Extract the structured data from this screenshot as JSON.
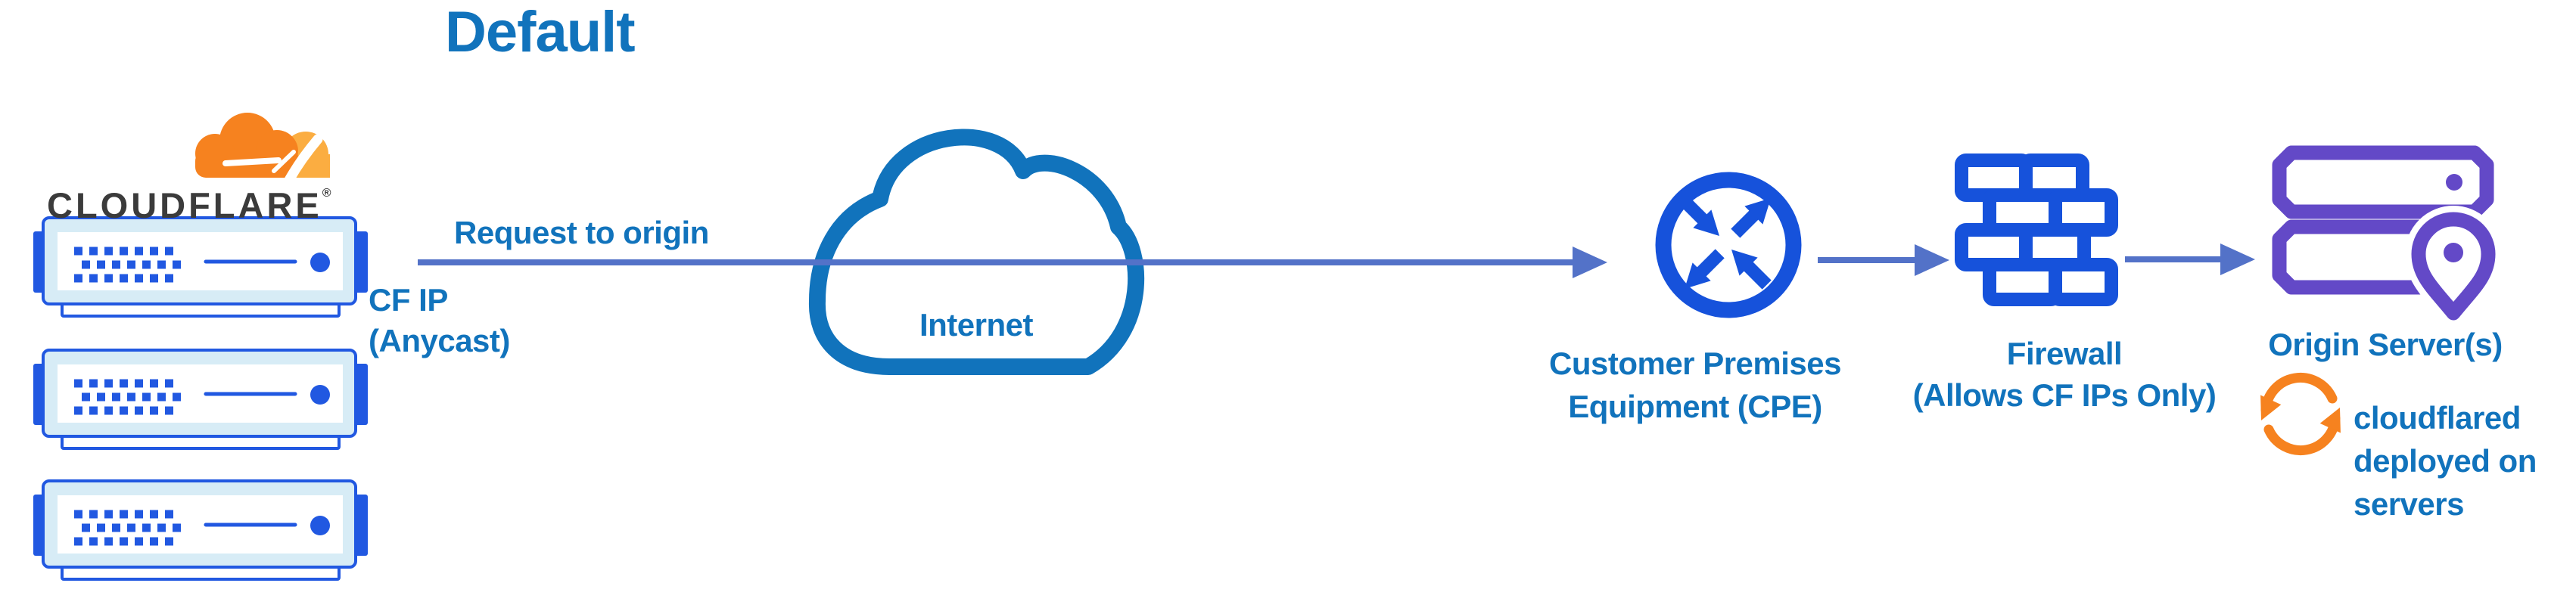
{
  "title": "Default",
  "logo": {
    "wordmark": "CLOUDFLARE",
    "registered": "®"
  },
  "annotations": {
    "request": "Request to origin",
    "cf_ip_line1": "CF IP",
    "cf_ip_line2": "(Anycast)"
  },
  "nodes": {
    "internet": {
      "label": "Internet"
    },
    "cpe": {
      "line1": "Customer Premises",
      "line2": "Equipment (CPE)"
    },
    "firewall": {
      "line1": "Firewall",
      "line2": "(Allows CF IPs Only)"
    },
    "origin": {
      "label": "Origin Server(s)"
    },
    "cloudflared_note": {
      "line1": "cloudflared",
      "line2": "deployed on",
      "line3": "servers"
    }
  },
  "icons": {
    "cloudflare-logo-icon": "orange cloud brand logo",
    "edge-server-icon": "three stacked rack servers",
    "internet-cloud-icon": "cloud outline",
    "cpe-router-icon": "circle with four diagonal arrows",
    "firewall-icon": "brick wall",
    "origin-server-icon": "stacked servers with location pin",
    "sync-icon": "circular refresh arrows"
  },
  "colors": {
    "text_blue": "#1173BC",
    "arrow_blue": "#5372C8",
    "icon_royal_blue": "#1652DB",
    "server_blue": "#2158E1",
    "server_light_blue": "#D7ECF6",
    "origin_purple": "#6349C7",
    "brand_orange": "#F6821F",
    "brand_orange_light": "#FBAD41",
    "wordmark_dark": "#3B3B3B",
    "cloud_blue": "#1173BC"
  }
}
